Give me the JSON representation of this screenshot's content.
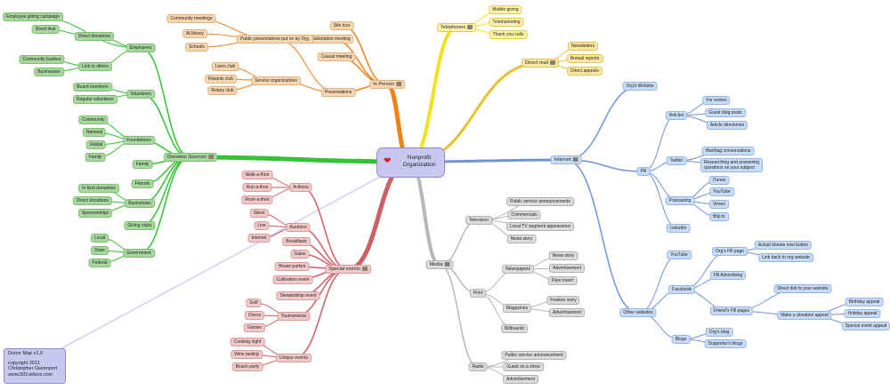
{
  "center": {
    "line1": "Nonprofit",
    "line2": "Organization",
    "icon": "heart-icon",
    "color": "#d2202f"
  },
  "footer": {
    "line1": "Donor Map v1.0",
    "line2": "copyright 2011",
    "line3": "Christopher Davenport",
    "line4": "www.501videos.com"
  },
  "colors": {
    "green": "#33c233",
    "orange": "#f08218",
    "yellow": "#f2e21c",
    "gold": "#e8c22a",
    "blue": "#6f95d6",
    "gray": "#b7b7b7",
    "pink": "#cf5f66",
    "lavender": "#c8c6f0"
  },
  "nodes": {
    "donation_sources": "Donation Sources",
    "employees": "Employees",
    "employee_giving_campaign": "Employee giving campaign",
    "direct_donations_emp": "Direct donations",
    "direct_ask": "Direct Ask",
    "link_to_others": "Link to others",
    "community_leaders": "Community leaders",
    "businesses_emp": "Businesses",
    "volunteers": "Volunteers",
    "board_members": "Board members",
    "regular_volunteers": "Regular volunteers",
    "foundations": "Foundations",
    "community": "Community",
    "national": "National",
    "global": "Global",
    "family_found": "Family",
    "family": "Family",
    "friends": "Friends",
    "businesses": "Businesses",
    "in_kind": "In kind donations",
    "direct_donations_bus": "Direct donations",
    "sponsorships": "Sponsorships",
    "giving_clubs": "Giving clubs",
    "government": "Government",
    "local": "Local",
    "state": "State",
    "federal": "Federal",
    "in_person": "In Person",
    "site_tour": "Site tour",
    "solicitation_meeting": "Solicitation meeting",
    "casual_meeting": "Casual meeting",
    "presentations": "Presentations",
    "public_presentations": "Public presentations put on by Org.",
    "community_meetings": "Community meetings",
    "at_library": "At library",
    "schools": "Schools",
    "service_organizations": "Service organizations",
    "lions_club": "Lions club",
    "kiwanis_club": "Kiwanis club",
    "rotary_club": "Rotary club",
    "telephones": "Telephones",
    "mobile_giving": "Mobile giving",
    "telemarketing": "Telemarketing",
    "thank_you_calls": "Thank you calls",
    "direct_mail": "Direct mail",
    "newsletters": "Newsletters",
    "annual_reports": "Annual reports",
    "direct_appeals": "Direct appeals",
    "internet": "Internet",
    "orgs_website": "Org's Website",
    "pr": "PR",
    "articles": "Articles",
    "for_ezines": "For ezines",
    "guest_blog_posts": "Guest blog posts",
    "article_directories": "Article directories",
    "twitter": "Twitter",
    "hashtag_conversations": "Hashtag conversations",
    "researching_answering": "Researching and answering\nquestions on your subject",
    "podcasting": "Podcasting",
    "itunes": "iTunes",
    "youtube_pod": "YouTube",
    "vimeo": "Vimeo",
    "bliptv": "Blip.tv",
    "linkedin": "LinkedIn",
    "other_websites": "Other websites",
    "youtube": "YouTube",
    "facebook": "Facebook",
    "orgs_fb_page": "Org's FB page",
    "actual_donate_button": "Actual donate now button",
    "link_back": "Link back to org website",
    "fb_advertising": "FB Advertising",
    "friends_fb_pages": "Friend's FB pages",
    "direct_link": "Direct link to your website",
    "make_donation_appeal": "Make a donation appeal",
    "birthday_appeal": "Birthday appeal",
    "holiday_appeal": "Holiday appeal",
    "special_event_appeal": "Special event appeal",
    "blogs": "Blogs",
    "orgs_blog": "Org's blog",
    "supporters_blogs": "Supporter's blogs",
    "media": "Media",
    "television": "Television",
    "psa": "Public service announcements",
    "commercials": "Commercials",
    "local_tv": "Local TV segment appearance",
    "news_story_tv": "News story",
    "print": "Print",
    "newspapers": "Newspapers",
    "news_story_print": "News story",
    "advertisement_news": "Advertisement",
    "flyer_insert": "Flyer insert",
    "magazines": "Magazines",
    "feature_story": "Feature story",
    "advertisement_mag": "Advertisement",
    "billboards": "Billboards",
    "radio": "Radio",
    "public_service_announcement": "Public service announcement",
    "guest_on_show": "Guest on a show",
    "advertisement_radio": "Advertisement",
    "special_events": "Special events",
    "a_thons": "A-thons",
    "walk_a_thon": "Walk-a-thon",
    "run_a_thon": "Run-a-thon",
    "rock_a_thon": "Rock-a-thon",
    "auctions": "Auctions",
    "silent": "Silent",
    "live": "Live",
    "internet_auction": "Internet",
    "breakfasts": "Breakfasts",
    "galas": "Galas",
    "house_parties": "House parties",
    "cultivation_event": "Cultivation event",
    "stewardship_event": "Stewardship event",
    "tournaments": "Tournaments",
    "golf": "Golf",
    "chess": "Chess",
    "games": "Games",
    "unique_events": "Unique events",
    "cooking_night": "Cooking night",
    "wine_tasting": "Wine tasting",
    "beach_party": "Beach party"
  }
}
